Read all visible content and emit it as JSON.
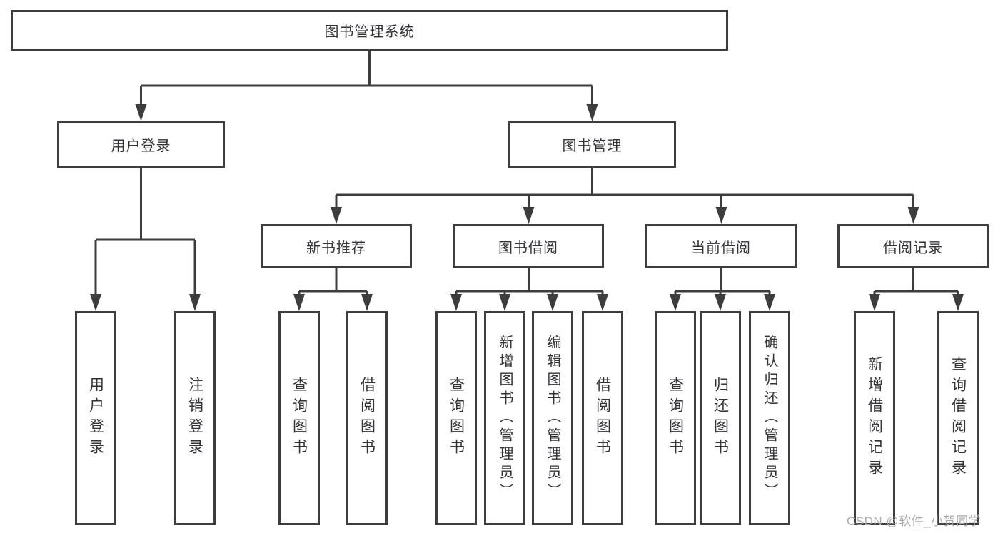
{
  "diagram": {
    "type": "hierarchy-tree",
    "root": {
      "label": "图书管理系统"
    },
    "level1": [
      {
        "label": "用户登录"
      },
      {
        "label": "图书管理"
      }
    ],
    "level2": [
      {
        "label": "新书推荐",
        "parent": "图书管理"
      },
      {
        "label": "图书借阅",
        "parent": "图书管理"
      },
      {
        "label": "当前借阅",
        "parent": "图书管理"
      },
      {
        "label": "借阅记录",
        "parent": "图书管理"
      }
    ],
    "leaves": {
      "user_login": [
        "用户登录",
        "注销登录"
      ],
      "new_book_recommend": [
        "查询图书",
        "借阅图书"
      ],
      "book_borrowing": [
        "查询图书",
        "新增图书（管理员）",
        "编辑图书（管理员）",
        "借阅图书"
      ],
      "current_borrowing": [
        "查询图书",
        "归还图书",
        "确认归还（管理员）"
      ],
      "borrowing_records": [
        "新增借阅记录",
        "查询借阅记录"
      ]
    }
  },
  "watermark": "CSDN @软件_小贺同学",
  "colors": {
    "line": "#3d3d3d",
    "box_border": "#3d3d3d",
    "text": "#333338",
    "watermark": "#a9a9ad",
    "background": "#ffffff"
  }
}
